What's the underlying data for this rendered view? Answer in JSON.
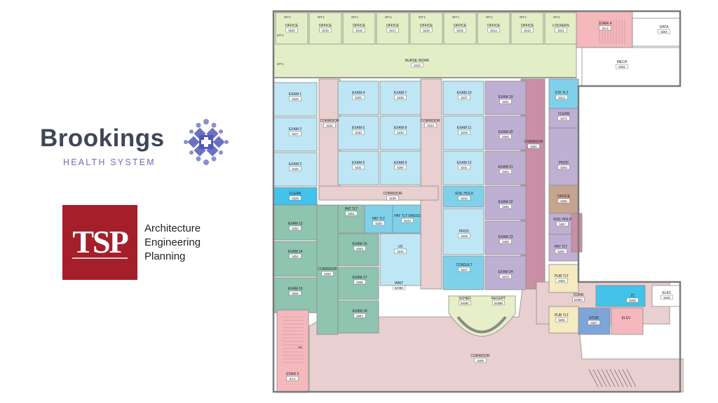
{
  "brookings": {
    "name": "Brookings",
    "subtitle": "HEALTH SYSTEM"
  },
  "tsp": {
    "logo_text": "TSP",
    "line1": "Architecture",
    "line2": "Engineering",
    "line3": "Planning"
  },
  "colors": {
    "office": "#e2eec6",
    "exam": "#bfe6f5",
    "exam_dark": "#7fd1ea",
    "corridor": "#e9cfcf",
    "purple": "#beb0d3",
    "green": "#8fc4b0",
    "mauve": "#c98fa5",
    "support": "#43c2ea",
    "stair": "#f4b8bd",
    "wall": "#7a7a7a",
    "tsp_red": "#a41f2a",
    "bh_purple": "#6d6fb5"
  },
  "plan": {
    "wt": "WT-1",
    "offices": [
      {
        "name": "OFFICE",
        "num": "5220"
      },
      {
        "name": "OFFICE",
        "num": "5219"
      },
      {
        "name": "OFFICE",
        "num": "5218"
      },
      {
        "name": "OFFICE",
        "num": "5217"
      },
      {
        "name": "OFFICE",
        "num": "5216"
      },
      {
        "name": "OFFICE",
        "num": "5215"
      },
      {
        "name": "OFFICE",
        "num": "5214"
      },
      {
        "name": "OFFICE",
        "num": "5213"
      },
      {
        "name": "LOCKERS",
        "num": "5211"
      }
    ],
    "nurse": {
      "name": "NURSE WORK",
      "num": "5210"
    },
    "stair4": {
      "name": "STAIR 4",
      "num": "S4-2"
    },
    "data": {
      "name": "DATA",
      "num": "5204"
    },
    "mech": {
      "name": "MECH",
      "num": "5202"
    },
    "exams_a": [
      {
        "name": "EXAM 1",
        "num": "5226"
      },
      {
        "name": "EXAM 2",
        "num": "5227"
      },
      {
        "name": "EXAM 3",
        "num": "5228"
      }
    ],
    "clean_a": {
      "name": "CLEAN",
      "num": "5229"
    },
    "exams_b": [
      {
        "name": "EXAM 4",
        "num": "5205"
      },
      {
        "name": "EXAM 5",
        "num": "5230"
      },
      {
        "name": "EXAM 6",
        "num": "5231"
      }
    ],
    "exams_c": [
      {
        "name": "EXAM 7",
        "num": "5236"
      },
      {
        "name": "EXAM 8",
        "num": "5238"
      },
      {
        "name": "EXAM 9",
        "num": "5260"
      }
    ],
    "exams_d": [
      {
        "name": "EXAM 10",
        "num": "5237"
      },
      {
        "name": "EXAM 11",
        "num": "5239"
      },
      {
        "name": "EXAM 12",
        "num": "5241"
      }
    ],
    "exams_e": [
      {
        "name": "EXAM 19",
        "num": "5261"
      },
      {
        "name": "EXAM 20",
        "num": "5262"
      },
      {
        "name": "EXAM 21",
        "num": "5264"
      },
      {
        "name": "EXAM 22",
        "num": "5266"
      },
      {
        "name": "EXAM 23",
        "num": "5268"
      },
      {
        "name": "EXAM 24",
        "num": "5270"
      }
    ],
    "exams_f": [
      {
        "name": "EXAM 13",
        "num": "5252"
      },
      {
        "name": "EXAM 14",
        "num": "5254"
      },
      {
        "name": "EXAM 15",
        "num": "5256"
      }
    ],
    "exams_g": [
      {
        "name": "EXAM 16",
        "num": "5253"
      },
      {
        "name": "EXAM 17",
        "num": "5255"
      },
      {
        "name": "EXAM 18",
        "num": "5257"
      }
    ],
    "corridor_a": {
      "name": "CORRIDOR",
      "num": "5232"
    },
    "corridor_b": {
      "name": "CORRIDOR",
      "num": "5234"
    },
    "corridor_c": {
      "name": "CORRIDOR",
      "num": "5260"
    },
    "corridor_mid": {
      "name": "CORRIDOR",
      "num": "5235"
    },
    "corridor_d": {
      "name": "CORRIDOR",
      "num": "5250"
    },
    "corridor_main": {
      "name": "CORRIDOR",
      "num": "5208"
    },
    "corr_small": {
      "name": "CORR",
      "num": "5208A"
    },
    "stf_tlt": {
      "name": "STF TLT",
      "num": "5212"
    },
    "clean_b": {
      "name": "CLEAN",
      "num": "5272"
    },
    "proc_b": {
      "name": "PROC",
      "num": "5263"
    },
    "office_b": {
      "name": "OFFICE",
      "num": "5265"
    },
    "soil_hold_b": {
      "name": "SOIL HOLD",
      "num": "5267"
    },
    "pat_tlt_b": {
      "name": "PAT TLT",
      "num": "5269"
    },
    "soil_hold_a": {
      "name": "SOIL HOLD",
      "num": "5243"
    },
    "proc_a": {
      "name": "PROC",
      "num": "5246"
    },
    "consult": {
      "name": "CONSULT",
      "num": "5247"
    },
    "pat_tlt_1": {
      "name": "PAT TLT",
      "num": "5251"
    },
    "pat_tlt_2": {
      "name": "PAT TLT",
      "num": "5235"
    },
    "pat_tlt_dress": {
      "name": "PAT TLT DRESS",
      "num": "5242"
    },
    "us": {
      "name": "US",
      "num": "5244"
    },
    "wait": {
      "name": "WAIT",
      "num": "5208D"
    },
    "sched": {
      "name": "SCHED",
      "num": "5208C"
    },
    "recept": {
      "name": "RECEPT",
      "num": "5208B"
    },
    "pub_tlt_1": {
      "name": "PUB TLT",
      "num": "5203"
    },
    "pub_tlt_2": {
      "name": "PUB TLT",
      "num": "5205"
    },
    "stor": {
      "name": "STOR",
      "num": "5207"
    },
    "elev": {
      "name": "ELEV"
    },
    "elec": {
      "name": "ELEC",
      "num": "5245"
    },
    "jc": {
      "name": "JC",
      "num": "5206"
    },
    "stair3": {
      "name": "STAIR 3",
      "num": "S3-2"
    },
    "on_label": "ON"
  }
}
